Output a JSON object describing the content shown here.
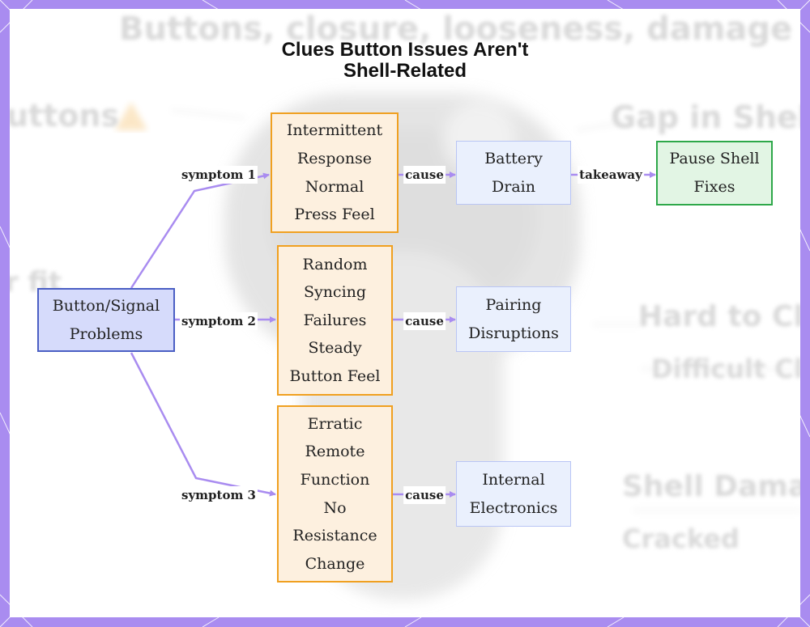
{
  "title": {
    "line1": "Clues Button Issues Aren't",
    "line2": "Shell-Related"
  },
  "background_text": {
    "top": "Buttons, closure, looseness, damage",
    "left_upper": "uttons",
    "left_lower": "r fit",
    "right_1": "Gap in Shell",
    "right_2": "Hard to Clo",
    "right_3": "Difficult Clo",
    "right_4": "Shell Damag",
    "right_5": "Cracked"
  },
  "nodes": {
    "problem": {
      "lines": [
        "Button/Signal",
        "Problems"
      ]
    },
    "symptom1": {
      "lines": [
        "Intermittent",
        "Response",
        "Normal",
        "Press Feel"
      ]
    },
    "symptom2": {
      "lines": [
        "Random",
        "Syncing",
        "Failures",
        "Steady",
        "Button Feel"
      ]
    },
    "symptom3": {
      "lines": [
        "Erratic",
        "Remote",
        "Function",
        "No",
        "Resistance",
        "Change"
      ]
    },
    "cause1": {
      "lines": [
        "Battery",
        "Drain"
      ]
    },
    "cause2": {
      "lines": [
        "Pairing",
        "Disruptions"
      ]
    },
    "cause3": {
      "lines": [
        "Internal",
        "Electronics"
      ]
    },
    "takeaway": {
      "lines": [
        "Pause Shell",
        "Fixes"
      ]
    }
  },
  "edges": {
    "symptom1": "symptom 1",
    "symptom2": "symptom 2",
    "symptom3": "symptom 3",
    "cause1": "cause",
    "cause2": "cause",
    "cause3": "cause",
    "takeaway": "takeaway"
  },
  "colors": {
    "frame": "#a98cf0",
    "edge": "#a98cf0",
    "problem_fill": "#d6dbfb",
    "problem_border": "#4b5fc4",
    "symptom_fill": "#fdf0df",
    "symptom_border": "#f0a020",
    "cause_fill": "#eaf0fd",
    "cause_border": "#b9c5f5",
    "takeaway_fill": "#e2f5e4",
    "takeaway_border": "#2ea84a"
  }
}
